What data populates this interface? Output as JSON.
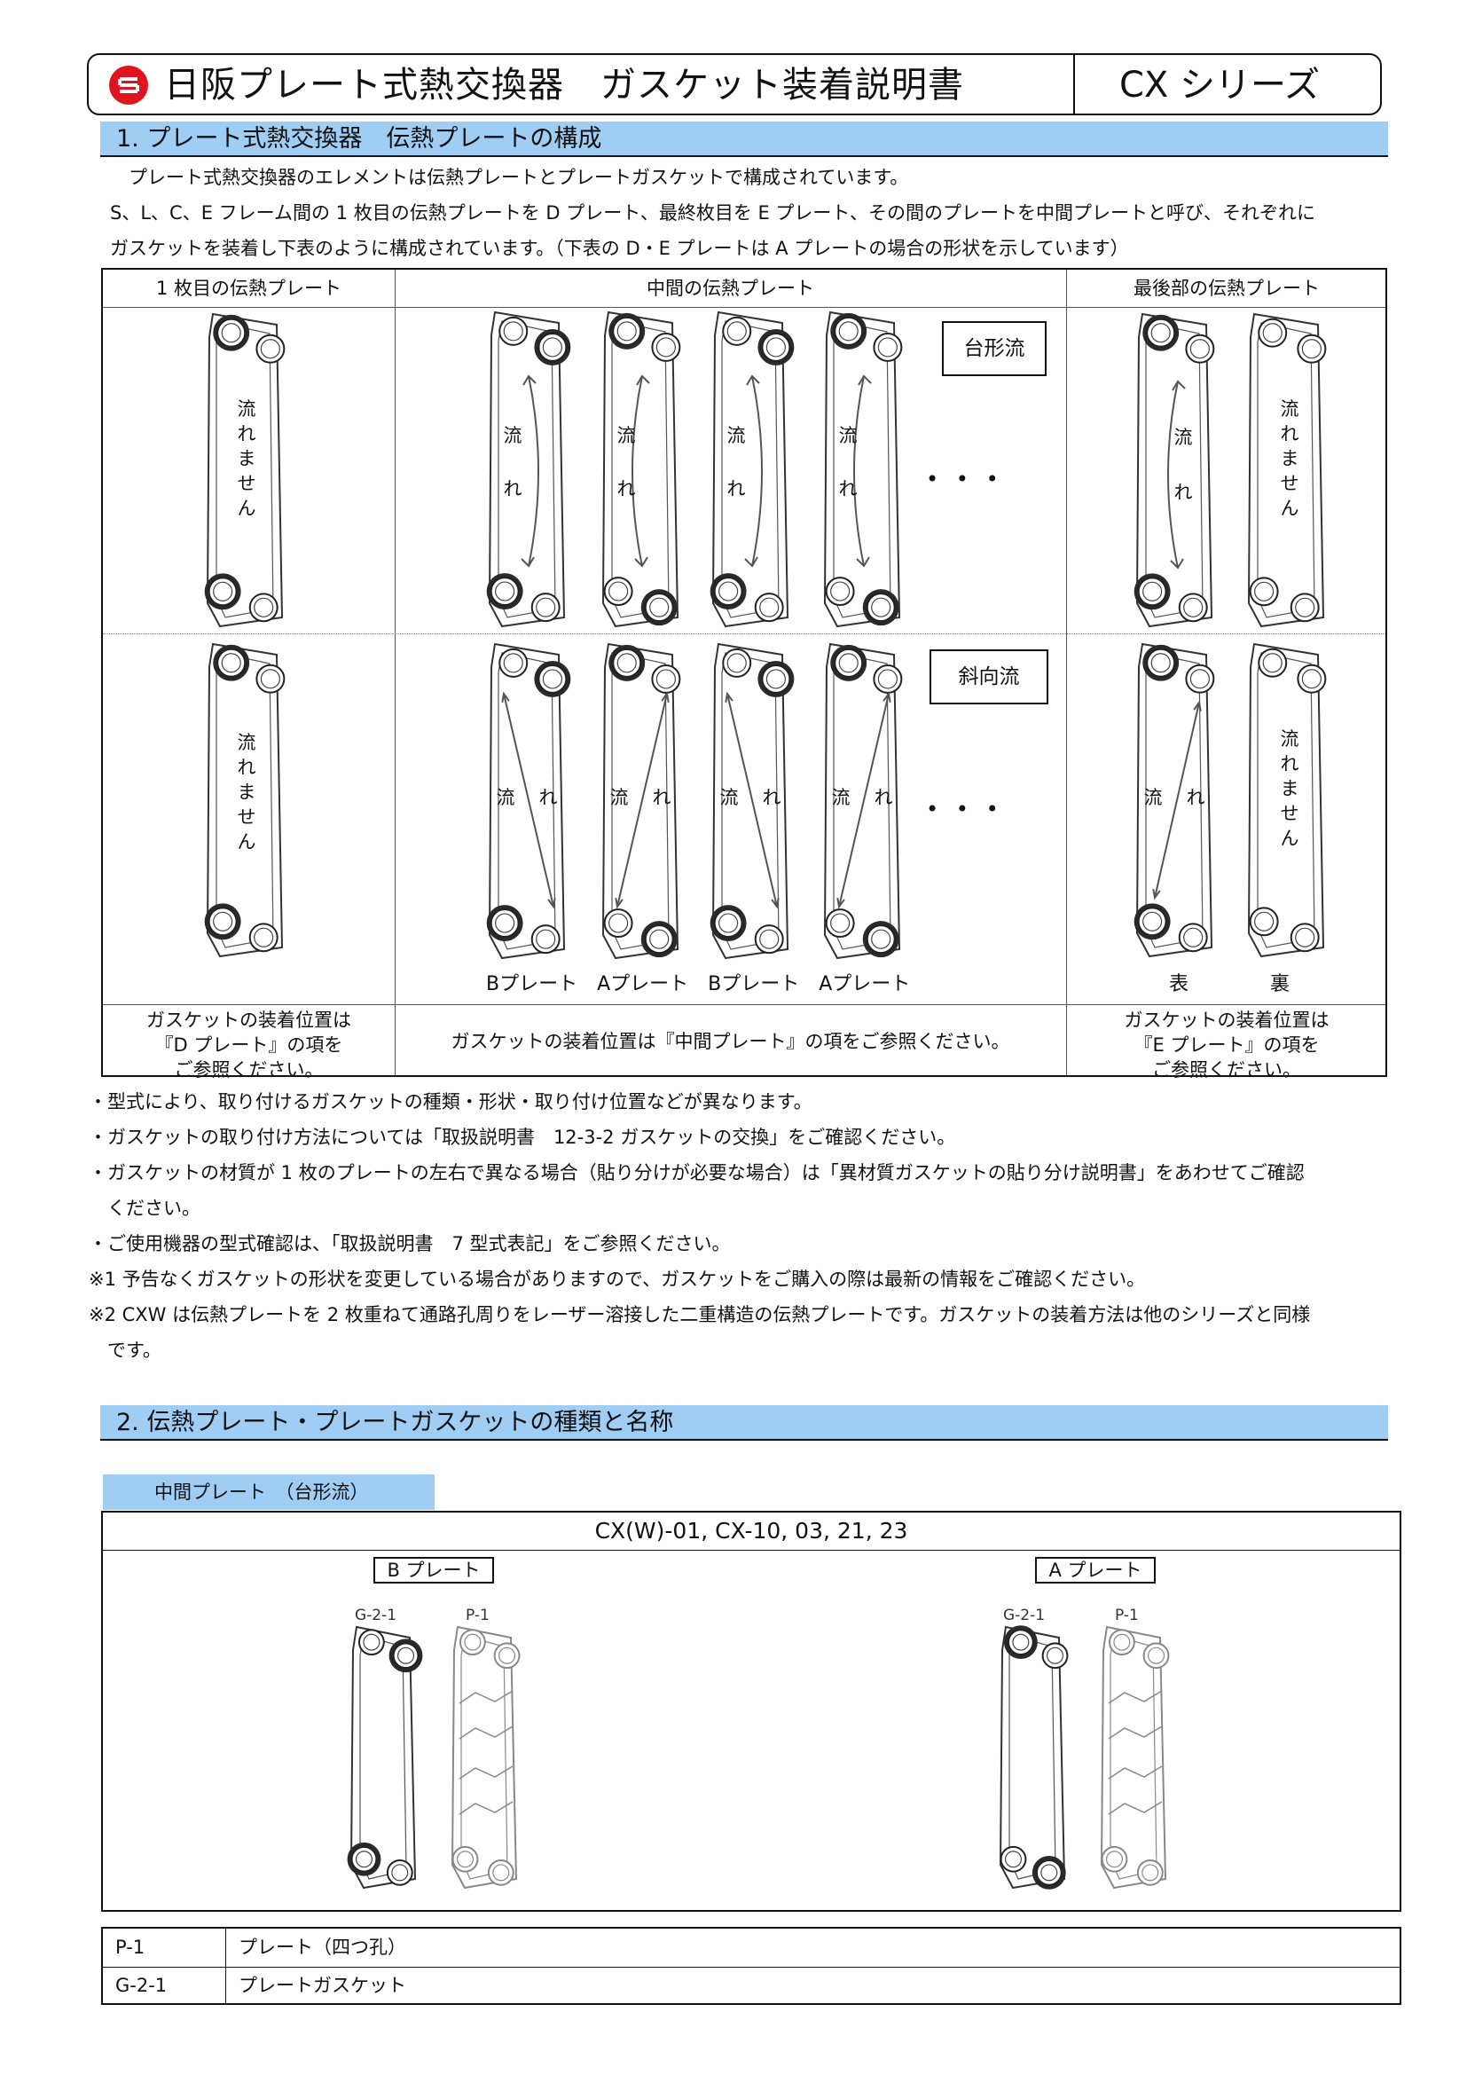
{
  "header": {
    "title": "日阪プレート式熱交換器　ガスケット装着説明書",
    "series": "CX シリーズ",
    "logo_icon": "hisaka-logo"
  },
  "section1": {
    "heading": "1. プレート式熱交換器　伝熱プレートの構成",
    "para1": "プレート式熱交換器のエレメントは伝熱プレートとプレートガスケットで構成されています。",
    "para2": "S、L、C、E フレーム間の 1 枚目の伝熱プレートを D プレート、最終枚目を E プレート、その間のプレートを中間プレートと呼び、それぞれに",
    "para3": "ガスケットを装着し下表のように構成されています。（下表の D・E プレートは A プレートの場合の形状を示しています）",
    "table": {
      "col1": "1 枚目の伝熱プレート",
      "col2": "中間の伝熱プレート",
      "col3": "最後部の伝熱プレート",
      "tag_top": "台形流",
      "tag_bottom": "斜向流",
      "no_flow": "流れません",
      "flow_a": "流",
      "flow_b": "れ",
      "dots": "• • •",
      "caption_middle": "Bプレート　Aプレート　Bプレート　Aプレート",
      "caption_front": "表",
      "caption_back": "裏",
      "note_left_1": "ガスケットの装着位置は",
      "note_left_2": "『D プレート』の項を",
      "note_left_3": "ご参照ください。",
      "note_middle": "ガスケットの装着位置は『中間プレート』の項をご参照ください。",
      "note_right_1": "ガスケットの装着位置は",
      "note_right_2": "『E プレート』の項を",
      "note_right_3": "ご参照ください。"
    },
    "notes": [
      "・型式により、取り付けるガスケットの種類・形状・取り付け位置などが異なります。",
      "・ガスケットの取り付け方法については「取扱説明書　12-3-2 ガスケットの交換」をご確認ください。",
      "・ガスケットの材質が 1 枚のプレートの左右で異なる場合（貼り分けが必要な場合）は「異材質ガスケットの貼り分け説明書」をあわせてご確認",
      "　ください。",
      "・ご使用機器の型式確認は、「取扱説明書　7 型式表記」をご参照ください。",
      "※1 予告なくガスケットの形状を変更している場合がありますので、ガスケットをご購入の際は最新の情報をご確認ください。",
      "※2 CXW は伝熱プレートを 2 枚重ねて通路孔周りをレーザー溶接した二重構造の伝熱プレートです。ガスケットの装着方法は他のシリーズと同様",
      "　です。"
    ]
  },
  "section2": {
    "heading": "2. 伝熱プレート・プレートガスケットの種類と名称",
    "tab": "中間プレート　（台形流）",
    "models": "CX(W)-01, CX-10, 03, 21, 23",
    "b_plate": "B プレート",
    "a_plate": "A プレート",
    "label_gasket": "G-2-1",
    "label_plate": "P-1",
    "legend": [
      {
        "code": "P-1",
        "name": "プレート（四つ孔）"
      },
      {
        "code": "G-2-1",
        "name": "プレートガスケット"
      }
    ]
  }
}
